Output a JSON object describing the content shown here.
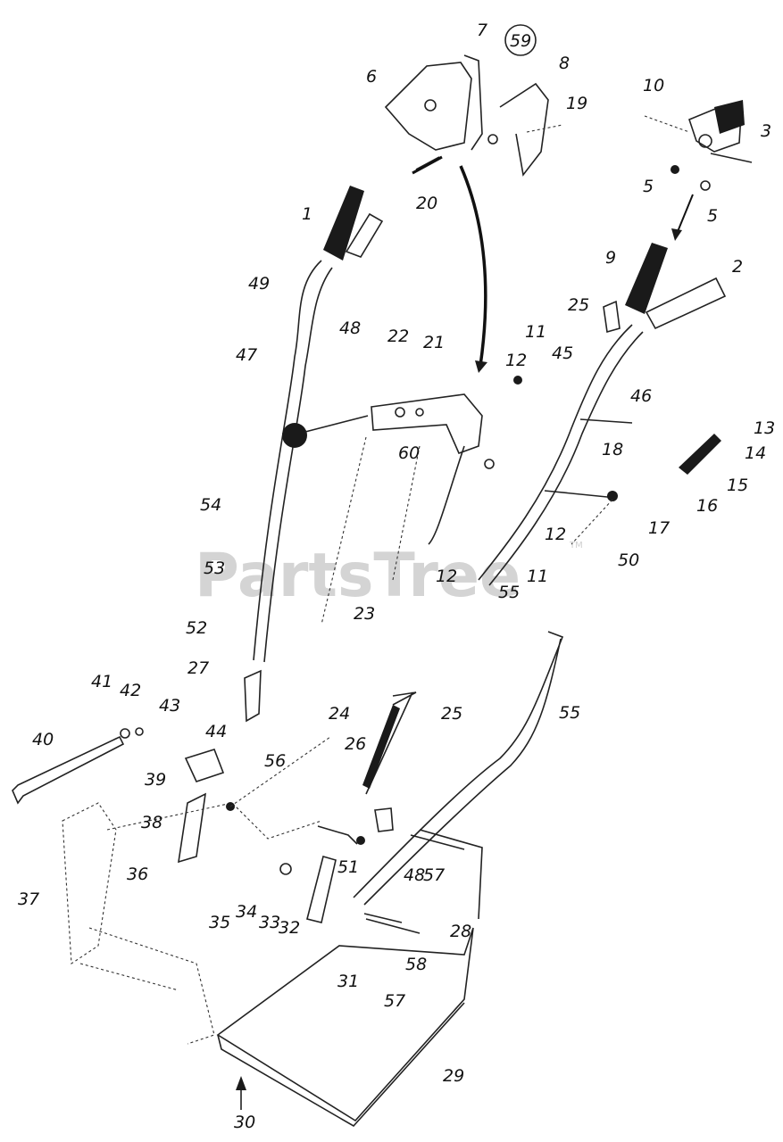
{
  "watermark": {
    "text": "PartsTree",
    "tm": "TM"
  },
  "callouts": [
    {
      "id": "c1",
      "text": "1"
    },
    {
      "id": "c2",
      "text": "2"
    },
    {
      "id": "c3",
      "text": "3"
    },
    {
      "id": "c5a",
      "text": "5"
    },
    {
      "id": "c5b",
      "text": "5"
    },
    {
      "id": "c6",
      "text": "6"
    },
    {
      "id": "c7",
      "text": "7"
    },
    {
      "id": "c8",
      "text": "8"
    },
    {
      "id": "c9",
      "text": "9"
    },
    {
      "id": "c10",
      "text": "10"
    },
    {
      "id": "c11a",
      "text": "11"
    },
    {
      "id": "c11b",
      "text": "11"
    },
    {
      "id": "c12a",
      "text": "12"
    },
    {
      "id": "c12b",
      "text": "12"
    },
    {
      "id": "c12c",
      "text": "12"
    },
    {
      "id": "c13",
      "text": "13"
    },
    {
      "id": "c14",
      "text": "14"
    },
    {
      "id": "c15",
      "text": "15"
    },
    {
      "id": "c16",
      "text": "16"
    },
    {
      "id": "c17",
      "text": "17"
    },
    {
      "id": "c18",
      "text": "18"
    },
    {
      "id": "c19",
      "text": "19"
    },
    {
      "id": "c20",
      "text": "20"
    },
    {
      "id": "c21",
      "text": "21"
    },
    {
      "id": "c22",
      "text": "22"
    },
    {
      "id": "c23",
      "text": "23"
    },
    {
      "id": "c24",
      "text": "24"
    },
    {
      "id": "c25a",
      "text": "25"
    },
    {
      "id": "c25b",
      "text": "25"
    },
    {
      "id": "c26",
      "text": "26"
    },
    {
      "id": "c27",
      "text": "27"
    },
    {
      "id": "c28",
      "text": "28"
    },
    {
      "id": "c29",
      "text": "29"
    },
    {
      "id": "c30",
      "text": "30"
    },
    {
      "id": "c31",
      "text": "31"
    },
    {
      "id": "c32",
      "text": "32"
    },
    {
      "id": "c33",
      "text": "33"
    },
    {
      "id": "c34",
      "text": "34"
    },
    {
      "id": "c35",
      "text": "35"
    },
    {
      "id": "c36",
      "text": "36"
    },
    {
      "id": "c37",
      "text": "37"
    },
    {
      "id": "c38",
      "text": "38"
    },
    {
      "id": "c39",
      "text": "39"
    },
    {
      "id": "c40",
      "text": "40"
    },
    {
      "id": "c41",
      "text": "41"
    },
    {
      "id": "c42",
      "text": "42"
    },
    {
      "id": "c43",
      "text": "43"
    },
    {
      "id": "c44",
      "text": "44"
    },
    {
      "id": "c45",
      "text": "45"
    },
    {
      "id": "c46",
      "text": "46"
    },
    {
      "id": "c47",
      "text": "47"
    },
    {
      "id": "c48a",
      "text": "48"
    },
    {
      "id": "c48b",
      "text": "48"
    },
    {
      "id": "c49",
      "text": "49"
    },
    {
      "id": "c50",
      "text": "50"
    },
    {
      "id": "c51",
      "text": "51"
    },
    {
      "id": "c52",
      "text": "52"
    },
    {
      "id": "c53",
      "text": "53"
    },
    {
      "id": "c54",
      "text": "54"
    },
    {
      "id": "c55a",
      "text": "55"
    },
    {
      "id": "c55b",
      "text": "55"
    },
    {
      "id": "c56",
      "text": "56"
    },
    {
      "id": "c57a",
      "text": "57"
    },
    {
      "id": "c57b",
      "text": "57"
    },
    {
      "id": "c58",
      "text": "58"
    },
    {
      "id": "c59",
      "text": "59"
    },
    {
      "id": "c60",
      "text": "60"
    }
  ]
}
